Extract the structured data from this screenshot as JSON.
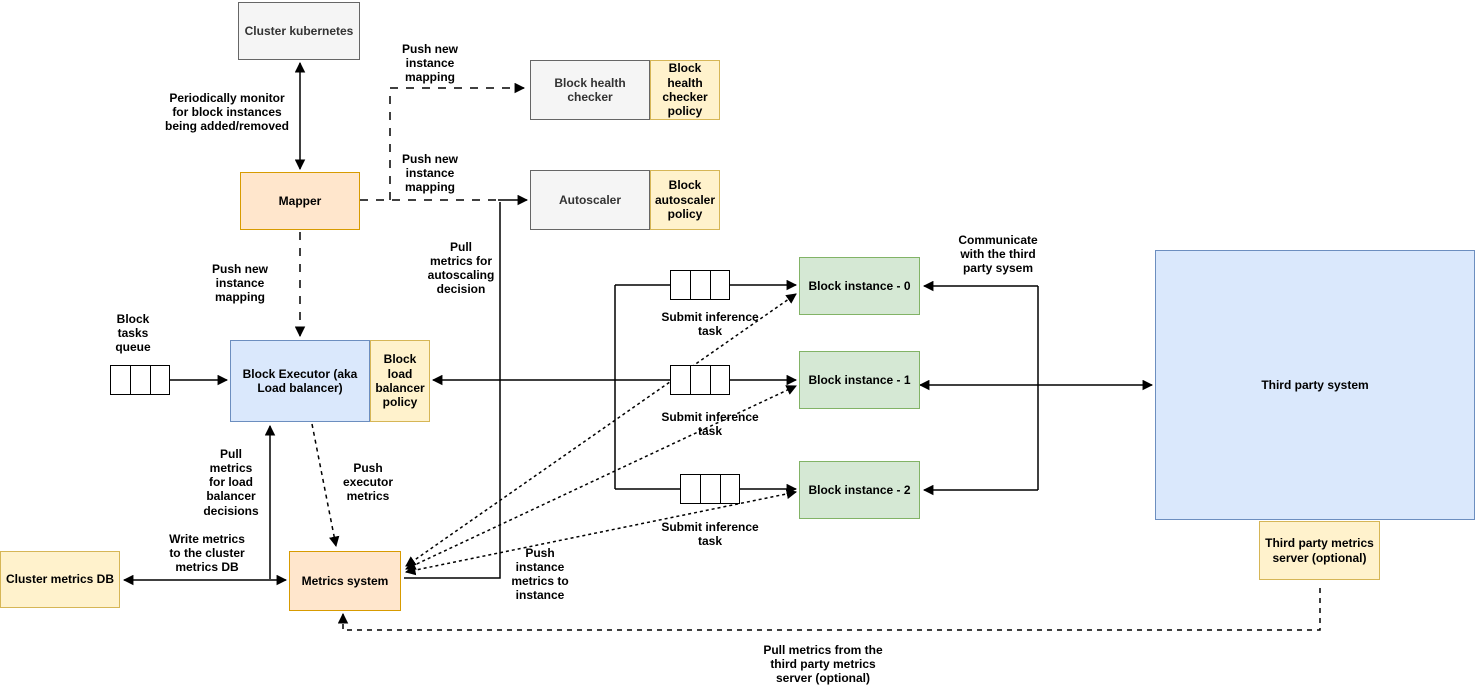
{
  "diagram": {
    "nodes": {
      "cluster_kubernetes": "Cluster kubernetes",
      "mapper": "Mapper",
      "block_health_checker": "Block health checker",
      "block_health_checker_policy": "Block health checker policy",
      "autoscaler": "Autoscaler",
      "block_autoscaler_policy": "Block autoscaler policy",
      "block_executor": "Block Executor (aka Load balancer)",
      "block_load_balancer_policy": "Block load balancer policy",
      "cluster_metrics_db": "Cluster metrics DB",
      "metrics_system": "Metrics system",
      "block_instance_0": "Block instance - 0",
      "block_instance_1": "Block instance - 1",
      "block_instance_2": "Block instance - 2",
      "third_party_system": "Third party system",
      "third_party_metrics_server": "Third party metrics server (optional)"
    },
    "edge_labels": {
      "periodically_monitor": "Periodically monitor\nfor block instances\nbeing added/removed",
      "push_new_instance_mapping_top": "Push new\ninstance\nmapping",
      "push_new_instance_mapping_mid": "Push new\ninstance\nmapping",
      "push_new_instance_mapping_mapper": "Push new\ninstance\nmapping",
      "block_tasks_queue": "Block\ntasks\nqueue",
      "pull_metrics_autoscaling": "Pull\nmetrics for\nautoscaling\ndecision",
      "pull_metrics_load_balancer": "Pull\nmetrics\nfor load\nbalancer\ndecisions",
      "push_executor_metrics": "Push\nexecutor\nmetrics",
      "write_metrics_db": "Write metrics\nto the cluster\nmetrics DB",
      "submit_inference_task_0": "Submit inference\ntask",
      "submit_inference_task_1": "Submit inference\ntask",
      "submit_inference_task_2": "Submit inference\ntask",
      "push_instance_metrics": "Push\ninstance\nmetrics to\ninstance",
      "communicate_third_party": "Communicate\nwith the third\nparty sysem",
      "pull_metrics_third_party": "Pull metrics from the\nthird party metrics\nserver (optional)"
    },
    "colors": {
      "gray_fill": "#f5f5f5",
      "gray_border": "#666666",
      "orange_fill": "#ffe6cc",
      "orange_border": "#d79b00",
      "yellow_fill": "#fff2cc",
      "yellow_border": "#d6b656",
      "blue_fill": "#dae8fc",
      "blue_border": "#6c8ebf",
      "green_fill": "#d5e8d4",
      "green_border": "#82b366",
      "line": "#000000"
    }
  }
}
